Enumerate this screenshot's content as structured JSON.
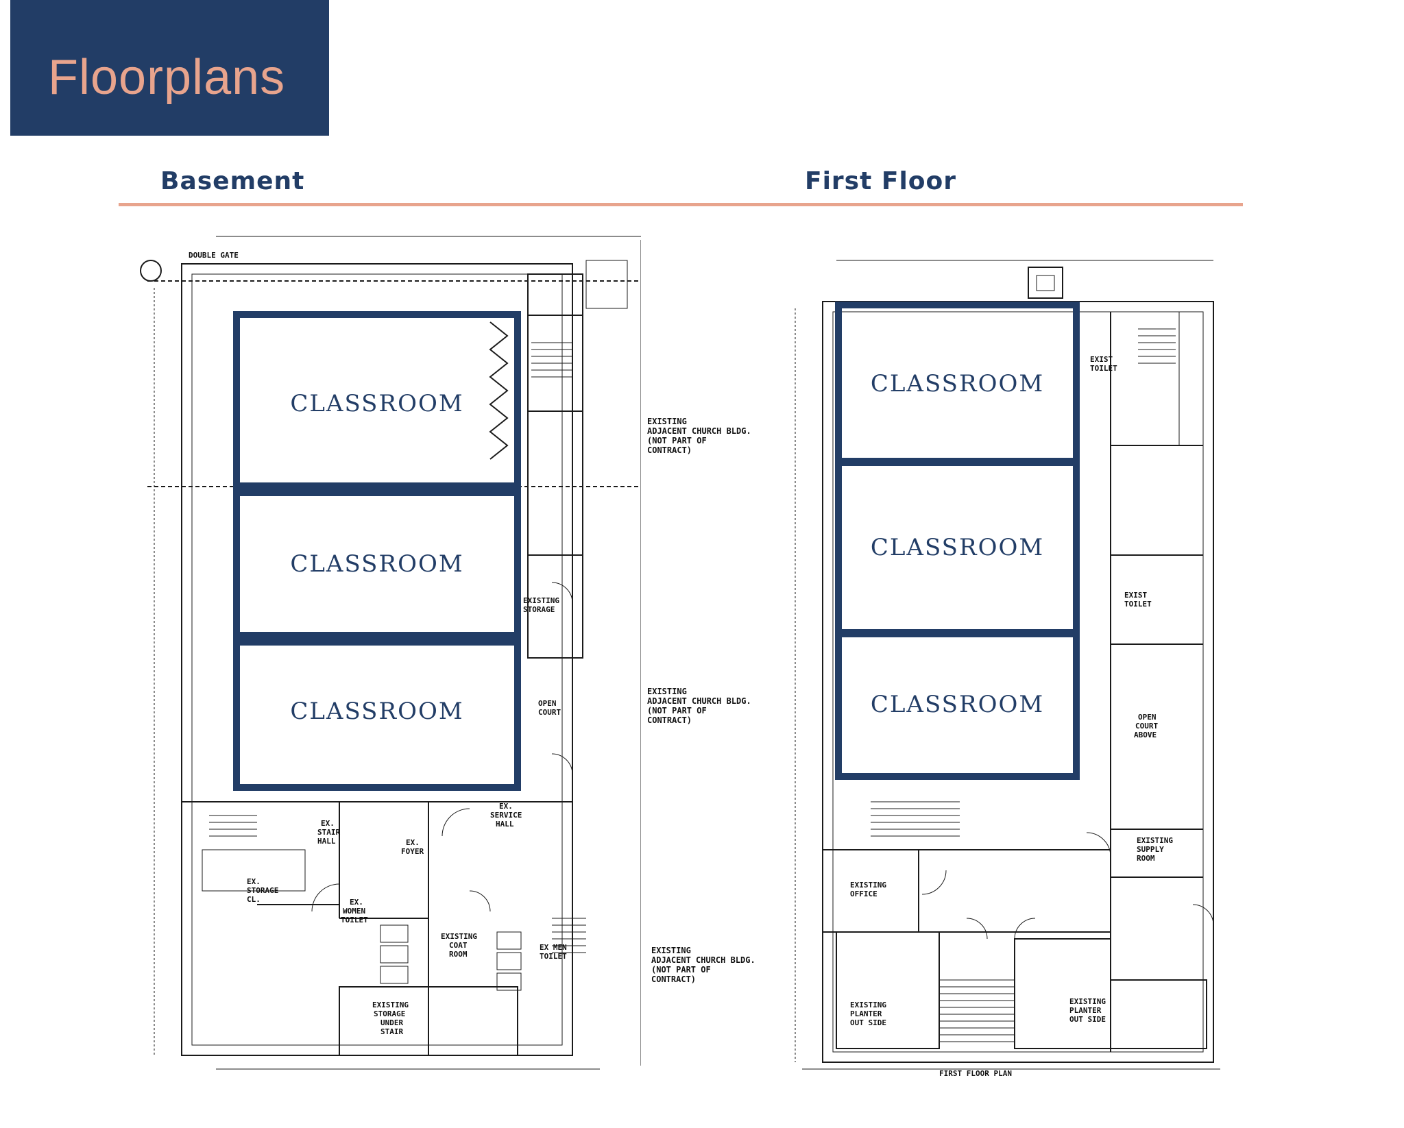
{
  "header": {
    "title": "Floorplans"
  },
  "sections": {
    "basement_label": "Basement",
    "first_floor_label": "First Floor"
  },
  "basement": {
    "rooms": [
      "CLASSROOM",
      "CLASSROOM",
      "CLASSROOM"
    ],
    "notes": {
      "double_gate": "DOUBLE GATE",
      "existing_adjacent_1": [
        "EXISTING",
        "ADJACENT CHURCH BLDG.",
        "(NOT PART OF",
        "CONTRACT)"
      ],
      "existing_storage": [
        "EXISTING",
        "STORAGE"
      ],
      "open_court": [
        "OPEN",
        "COURT"
      ],
      "existing_adjacent_2": [
        "EXISTING",
        "ADJACENT CHURCH BLDG.",
        "(NOT PART OF",
        "CONTRACT)"
      ],
      "service_hall": [
        "EX.",
        "SERVICE",
        "HALL"
      ],
      "stair_hall": [
        "EX.",
        "STAIR",
        "HALL"
      ],
      "foyer": [
        "EX.",
        "FOYER"
      ],
      "storage_cl": [
        "EX.",
        "STORAGE",
        "CL."
      ],
      "women_toilet": [
        "EX.",
        "WOMEN",
        "TOILET"
      ],
      "coat_room": [
        "EXISTING",
        "COAT",
        "ROOM"
      ],
      "men_toilet": [
        "EX MEN",
        "TOILET"
      ],
      "storage_under_stair": [
        "EXISTING",
        "STORAGE",
        "UNDER",
        "STAIR"
      ],
      "existing_adjacent_3": [
        "EXISTING",
        "ADJACENT CHURCH BLDG.",
        "(NOT PART OF",
        "CONTRACT)"
      ]
    }
  },
  "first_floor": {
    "rooms": [
      "CLASSROOM",
      "CLASSROOM",
      "CLASSROOM"
    ],
    "notes": {
      "exist_toilet_1": [
        "EXIST",
        "TOILET"
      ],
      "exist_toilet_2": [
        "EXIST",
        "TOILET"
      ],
      "open_court_above": [
        "OPEN",
        "COURT",
        "ABOVE"
      ],
      "supply_room": [
        "EXISTING",
        "SUPPLY",
        "ROOM"
      ],
      "existing_office": [
        "EXISTING",
        "OFFICE"
      ],
      "planter_left": [
        "EXISTING",
        "PLANTER",
        "OUT SIDE"
      ],
      "planter_right": [
        "EXISTING",
        "PLANTER",
        "OUT SIDE"
      ],
      "plan_caption": "FIRST FLOOR PLAN"
    }
  },
  "colors": {
    "navy": "#223d66",
    "salmon": "#e8a48d"
  }
}
